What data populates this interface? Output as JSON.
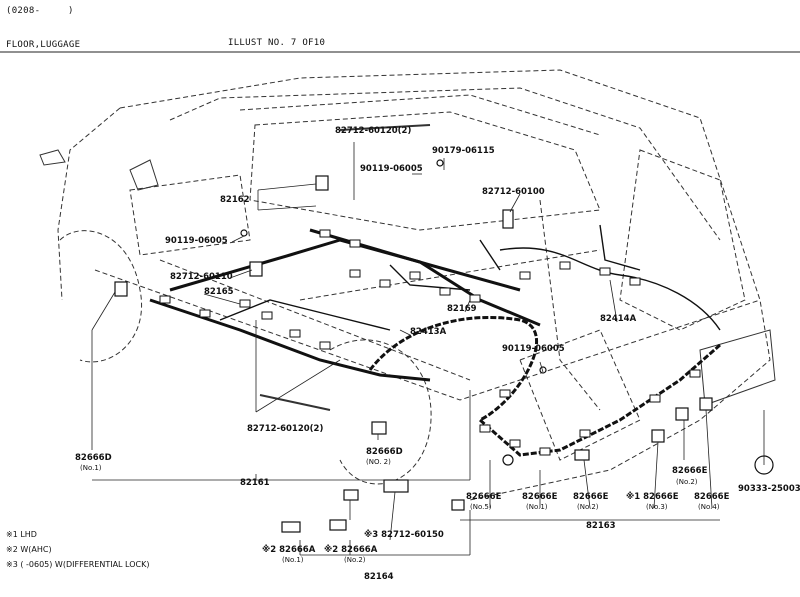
{
  "header": {
    "doc_code": "(0208-",
    "doc_code_tail": ")",
    "section": "FLOOR,LUGGAGE",
    "illust": "ILLUST NO. 7 OF10"
  },
  "parts": {
    "p82712_60120_top": "82712-60120(2)",
    "p90179_06115": "90179-06115",
    "p90119_06005_a": "90119-06005",
    "p82712_60100": "82712-60100",
    "p82162": "82162",
    "p90119_06005_b": "90119-06005",
    "p82712_60110": "82712-60110",
    "p82165": "82165",
    "p82169": "82169",
    "p82413A": "82413A",
    "p82414A": "82414A",
    "p90119_06005_c": "90119-06005",
    "p82712_60120_bot": "82712-60120(2)",
    "p82666D_1": "82666D",
    "p82666D_1_sub": "(No.1)",
    "p82666D_2": "82666D",
    "p82666D_2_sub": "(NO. 2)",
    "p82161": "82161",
    "p82666E_top": "82666E",
    "p82666E_top_sub": "(No.2)",
    "p90333_25003": "90333-25003",
    "p82666E_5": "82666E",
    "p82666E_5_sub": "(No.5)",
    "p82666E_1": "82666E",
    "p82666E_1_sub": "(No.1)",
    "p82666E_2": "82666E",
    "p82666E_2_sub": "(No.2)",
    "p82666E_3": "※1 82666E",
    "p82666E_3_sub": "(No.3)",
    "p82666E_4": "82666E",
    "p82666E_4_sub": "(No.4)",
    "p82163": "82163",
    "p82712_60150": "※3 82712-60150",
    "p82666A_1": "※2 82666A",
    "p82666A_1_sub": "(No.1)",
    "p82666A_2": "※2 82666A",
    "p82666A_2_sub": "(No.2)",
    "p82164": "82164"
  },
  "notes": [
    "※1 LHD",
    "※2 W(AHC)",
    "※3 (     -0605) W(DIFFERENTIAL LOCK)"
  ]
}
